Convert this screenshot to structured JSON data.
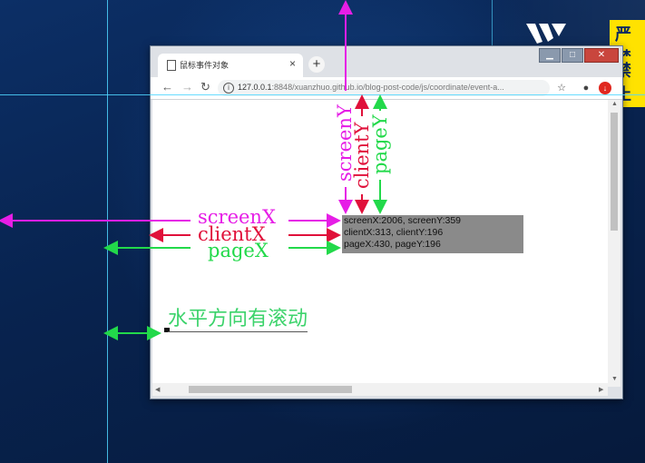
{
  "browser": {
    "tab_title": "鼠标事件对象",
    "tab_close": "×",
    "new_tab": "+",
    "url_host": "127.0.0.1",
    "url_rest": ":8848/xuanzhuo.github.io/blog-post-code/js/coordinate/event-a...",
    "window_buttons": {
      "minimize": "▁",
      "maximize": "□",
      "close": "✕"
    }
  },
  "toolbar_icons": [
    "back-arrow-icon",
    "forward-arrow-icon",
    "reload-icon",
    "info-icon",
    "star-icon",
    "account-icon",
    "extension-icon"
  ],
  "background": {
    "banner_text_1": "严禁",
    "banner_text_2": "禁止"
  },
  "info_box": {
    "line1": "screenX:2006, screenY:359",
    "line2": "clientX:313, clientY:196",
    "line3": "pageX:430, pageY:196"
  },
  "page_text": "水平方向有滚动",
  "labels": {
    "screenX": "screenX",
    "clientX": "clientX",
    "pageX": "pageX",
    "screenY": "screenY",
    "clientY": "clientY",
    "pageY": "pageY"
  },
  "colors": {
    "screen": "#e61ee6",
    "client": "#e0103a",
    "page": "#22d94a",
    "guide": "#4fd6ff"
  }
}
